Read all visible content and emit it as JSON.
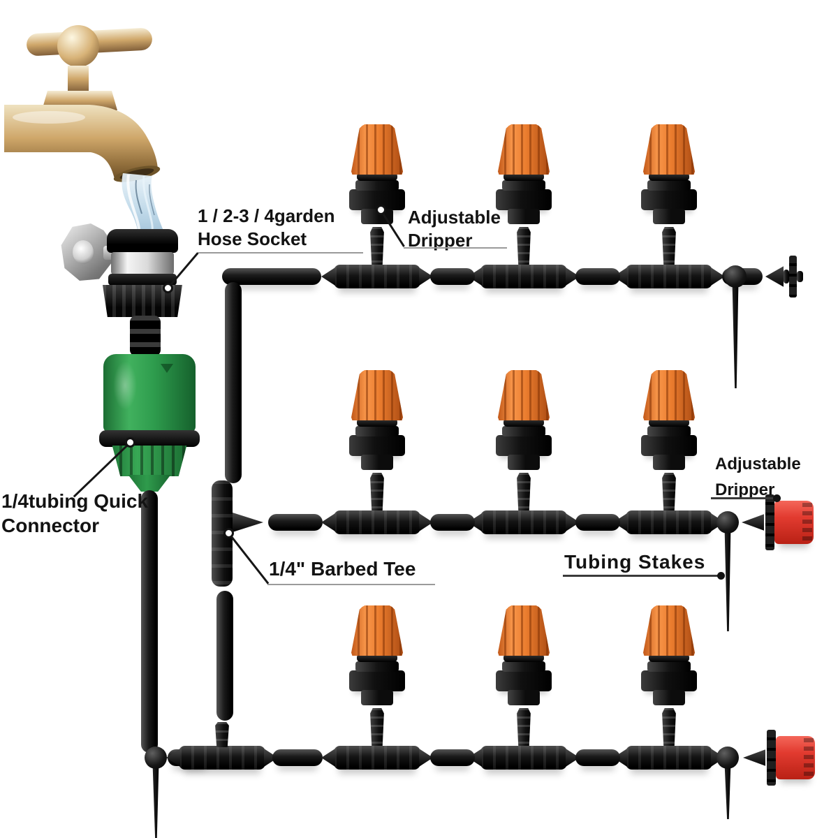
{
  "labels": {
    "hose_socket": {
      "line1": "1 / 2-3 / 4garden",
      "line2": "Hose Socket"
    },
    "adjustable_dripper_top": {
      "line1": "Adjustable",
      "line2": "Dripper"
    },
    "quick_connector": {
      "line1": "1/4tubing Quick",
      "line2": "Connector"
    },
    "barbed_tee": {
      "text": "1/4\" Barbed Tee"
    },
    "tubing_stakes": {
      "text": "Tubing Stakes"
    },
    "adjustable_dripper_right": {
      "line1": "Adjustable",
      "line2": "Dripper"
    }
  },
  "components": {
    "faucet": "brass garden tap with cross handle and running water",
    "hose_socket": "garden hose socket with metal wing clamp",
    "quick_connector": "1/4 tubing quick connector (green)",
    "manifold_rows": 3,
    "orange_adjustable_dripper_count": 9,
    "red_adjustable_dripper_count": 2,
    "black_end_dripper_count": 1,
    "tubing_stake_count": 4
  },
  "colors": {
    "background": "#ffffff",
    "tubing_black": "#141414",
    "dripper_cap_orange": "#ea7c2e",
    "dripper_red": "#e23b30",
    "connector_green": "#2e9c4d",
    "faucet_brass": "#cfa76a",
    "water_blue": "#bcd7e8",
    "label_text": "#131313",
    "underline_gray": "#9a9a9a"
  }
}
